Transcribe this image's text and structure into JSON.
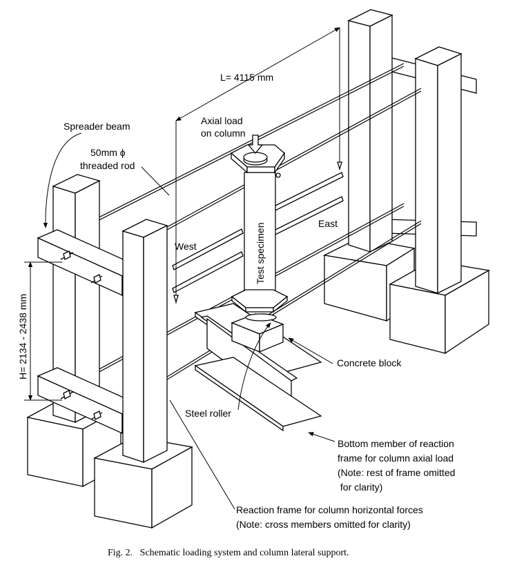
{
  "labels": {
    "span": "L= 4115 mm",
    "axial_load": [
      "Axial load",
      "on column"
    ],
    "spreader_beam": "Spreader beam",
    "threaded_rod": [
      "50mm ϕ",
      "threaded rod"
    ],
    "test_specimen": "Test specimen",
    "east": "East",
    "west": "West",
    "height": "H= 2134 - 2438 mm",
    "concrete_block": "Concrete block",
    "steel_roller": "Steel roller",
    "bottom_member": [
      "Bottom member of reaction",
      "frame for column axial load",
      "(Note: rest of frame omitted",
      " for clarity)"
    ],
    "reaction_frame": [
      "Reaction frame for column horizontal forces",
      "(Note: cross members omitted for clarity)"
    ]
  },
  "caption": "Fig. 2.   Schematic loading system and column lateral support."
}
